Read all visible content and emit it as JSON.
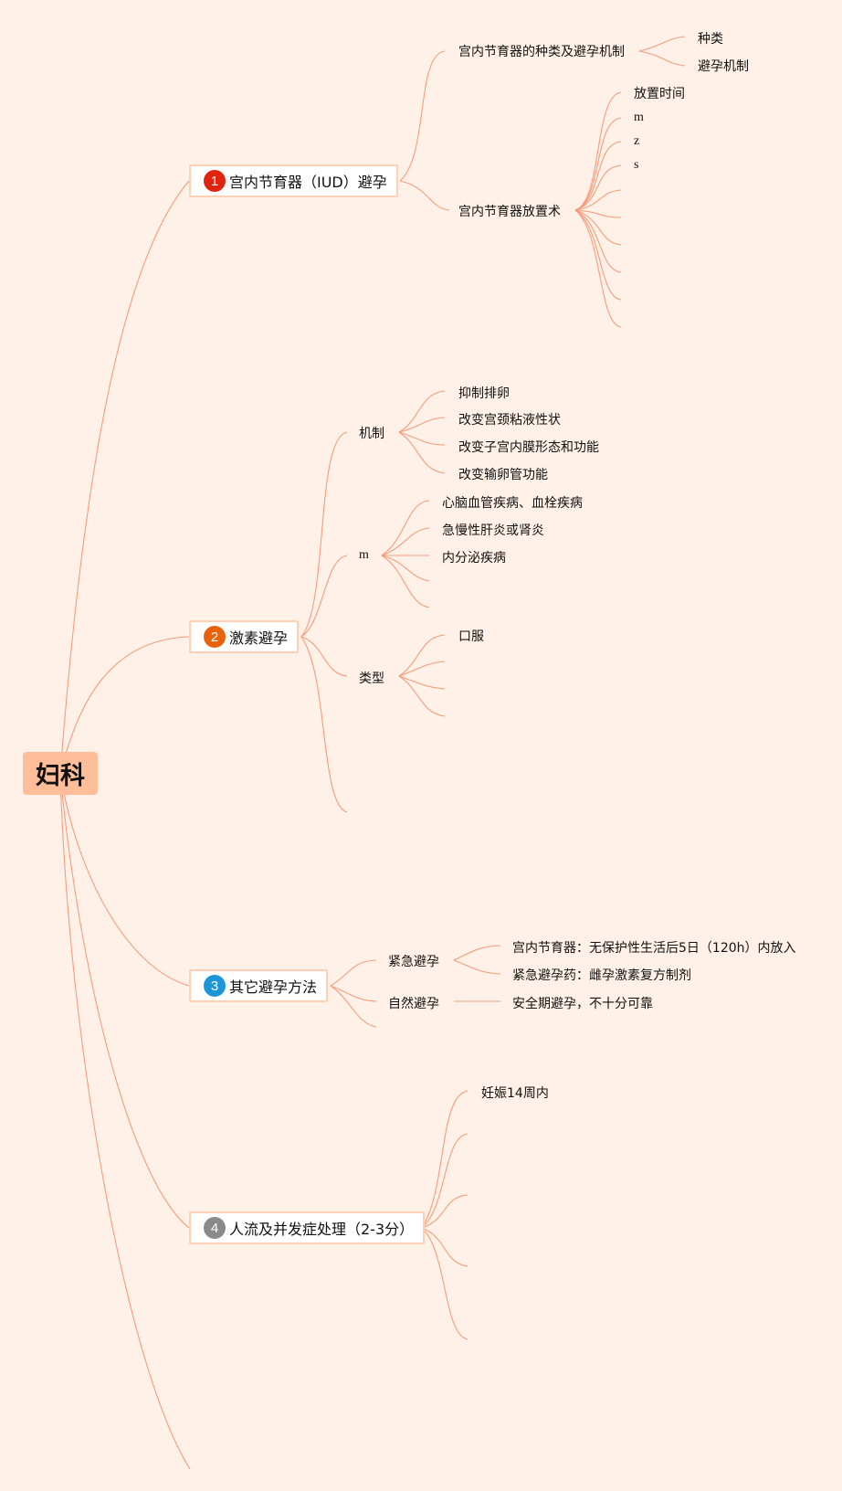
{
  "root": {
    "label": "妇科"
  },
  "branches": [
    {
      "badge": "1",
      "badge_color": "#e0240f",
      "label": "宫内节育器（IUD）避孕",
      "children": [
        {
          "label": "宫内节育器的种类及避孕机制",
          "children": [
            "种类",
            "避孕机制"
          ]
        },
        {
          "label": "宫内节育器放置术",
          "children": [
            "放置时间",
            "m",
            "z",
            "s"
          ]
        }
      ]
    },
    {
      "badge": "2",
      "badge_color": "#e8620c",
      "label": "激素避孕",
      "children": [
        {
          "label": "机制",
          "children": [
            "抑制排卵",
            "改变宫颈粘液性状",
            "改变子宫内膜形态和功能",
            "改变输卵管功能"
          ]
        },
        {
          "label": "m",
          "children": [
            "心脑血管疾病、血栓疾病",
            "急慢性肝炎或肾炎",
            "内分泌疾病"
          ]
        },
        {
          "label": "类型",
          "children": [
            "口服"
          ]
        }
      ]
    },
    {
      "badge": "3",
      "badge_color": "#1d96d8",
      "label": "其它避孕方法",
      "children": [
        {
          "label": "紧急避孕",
          "children": [
            "宫内节育器：无保护性生活后5日（120h）内放入",
            "紧急避孕药：雌孕激素复方制剂"
          ]
        },
        {
          "label": "自然避孕",
          "children": [
            "安全期避孕，不十分可靠"
          ]
        }
      ]
    },
    {
      "badge": "4",
      "badge_color": "#8a8a8a",
      "label": "人流及并发症处理（2-3分）",
      "children": [
        {
          "label": "妊娠14周内"
        }
      ]
    }
  ]
}
